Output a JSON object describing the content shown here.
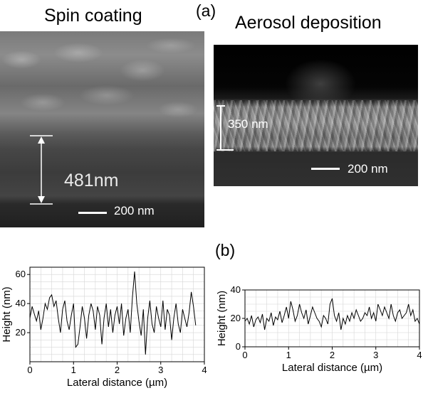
{
  "labels": {
    "spin_title": "Spin coating",
    "aerosol_title": "Aerosol deposition",
    "panel_a": "(a)",
    "panel_b": "(b)"
  },
  "sem_left": {
    "thickness": "481nm",
    "scale": "200 nm"
  },
  "sem_right": {
    "thickness": "350 nm",
    "scale": "200 nm"
  },
  "chart_data": [
    {
      "type": "line",
      "xlabel": "Lateral distance (µm)",
      "ylabel": "Height (nm)",
      "xlim": [
        0,
        4
      ],
      "ylim": [
        0,
        65
      ],
      "xticks": [
        0,
        1,
        2,
        3,
        4
      ],
      "yticks": [
        20,
        40,
        60
      ],
      "grid": true,
      "x": [
        0.0,
        0.05,
        0.1,
        0.15,
        0.2,
        0.25,
        0.3,
        0.35,
        0.4,
        0.45,
        0.5,
        0.55,
        0.6,
        0.65,
        0.7,
        0.75,
        0.8,
        0.85,
        0.9,
        0.95,
        1.0,
        1.05,
        1.1,
        1.15,
        1.2,
        1.25,
        1.3,
        1.35,
        1.4,
        1.45,
        1.5,
        1.55,
        1.6,
        1.65,
        1.7,
        1.75,
        1.8,
        1.85,
        1.9,
        1.95,
        2.0,
        2.05,
        2.1,
        2.15,
        2.2,
        2.25,
        2.3,
        2.35,
        2.4,
        2.45,
        2.5,
        2.55,
        2.6,
        2.65,
        2.7,
        2.75,
        2.8,
        2.85,
        2.9,
        2.95,
        3.0,
        3.05,
        3.1,
        3.15,
        3.2,
        3.25,
        3.3,
        3.35,
        3.4,
        3.45,
        3.5,
        3.55,
        3.6,
        3.65,
        3.7,
        3.75,
        3.8
      ],
      "y": [
        30,
        38,
        33,
        28,
        35,
        22,
        30,
        40,
        36,
        44,
        46,
        38,
        42,
        30,
        20,
        36,
        42,
        28,
        22,
        32,
        40,
        10,
        12,
        24,
        38,
        30,
        16,
        32,
        40,
        35,
        22,
        38,
        32,
        12,
        30,
        40,
        24,
        36,
        20,
        32,
        38,
        26,
        40,
        18,
        30,
        36,
        20,
        44,
        62,
        40,
        28,
        18,
        36,
        5,
        30,
        42,
        26,
        20,
        38,
        30,
        24,
        42,
        22,
        36,
        32,
        15,
        30,
        40,
        26,
        20,
        36,
        30,
        24,
        34,
        48,
        38,
        25
      ]
    },
    {
      "type": "line",
      "xlabel": "Lateral distance (µm)",
      "ylabel": "Height (nm)",
      "xlim": [
        0,
        4
      ],
      "ylim": [
        0,
        40
      ],
      "xticks": [
        0,
        1,
        2,
        3,
        4
      ],
      "yticks": [
        0,
        20,
        40
      ],
      "grid": true,
      "x": [
        0.0,
        0.05,
        0.1,
        0.15,
        0.2,
        0.25,
        0.3,
        0.35,
        0.4,
        0.45,
        0.5,
        0.55,
        0.6,
        0.65,
        0.7,
        0.75,
        0.8,
        0.85,
        0.9,
        0.95,
        1.0,
        1.05,
        1.1,
        1.15,
        1.2,
        1.25,
        1.3,
        1.35,
        1.4,
        1.45,
        1.5,
        1.55,
        1.6,
        1.65,
        1.7,
        1.75,
        1.8,
        1.85,
        1.9,
        1.95,
        2.0,
        2.05,
        2.1,
        2.15,
        2.2,
        2.25,
        2.3,
        2.35,
        2.4,
        2.45,
        2.5,
        2.55,
        2.6,
        2.65,
        2.7,
        2.75,
        2.8,
        2.85,
        2.9,
        2.95,
        3.0,
        3.05,
        3.1,
        3.15,
        3.2,
        3.25,
        3.3,
        3.35,
        3.4,
        3.45,
        3.5,
        3.55,
        3.6,
        3.65,
        3.7,
        3.75,
        3.8,
        3.85,
        3.9,
        3.95,
        4.0
      ],
      "y": [
        18,
        20,
        16,
        22,
        14,
        19,
        21,
        17,
        23,
        12,
        20,
        18,
        24,
        15,
        21,
        19,
        25,
        17,
        22,
        28,
        20,
        32,
        26,
        18,
        22,
        30,
        24,
        20,
        26,
        16,
        22,
        28,
        24,
        20,
        18,
        14,
        22,
        20,
        16,
        30,
        34,
        22,
        18,
        24,
        12,
        20,
        16,
        22,
        18,
        24,
        20,
        26,
        22,
        18,
        20,
        24,
        22,
        28,
        20,
        24,
        18,
        30,
        26,
        22,
        28,
        24,
        20,
        30,
        22,
        18,
        24,
        26,
        20,
        22,
        24,
        30,
        22,
        26,
        18,
        20,
        16
      ]
    }
  ]
}
